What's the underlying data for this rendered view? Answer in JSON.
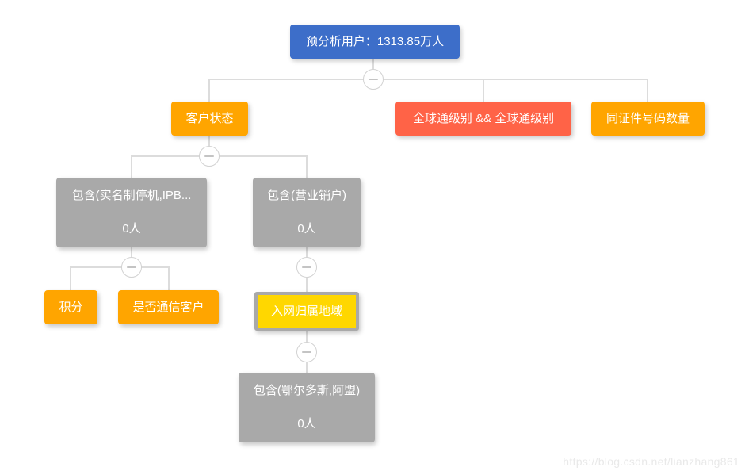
{
  "colors": {
    "node-blue": "#3D6EC9",
    "node-orange": "#FFA500",
    "node-red": "#FF6347",
    "node-gray": "#A9A9A9",
    "node-gold": "#FFD700",
    "connector": "#DCDCDC",
    "text": "#FFFFFF",
    "watermark": "#E9E9E9"
  },
  "icons": {
    "collapse_toggle": "minus-icon"
  },
  "tree": {
    "root": {
      "label": "预分析用户：1313.85万人"
    },
    "level1": [
      {
        "label": "客户状态"
      },
      {
        "label": "全球通级别 && 全球通级别"
      },
      {
        "label": "同证件号码数量"
      }
    ],
    "level2": [
      {
        "label": "包含(实名制停机,IPB...",
        "count": "0人"
      },
      {
        "label": "包含(营业销户)",
        "count": "0人"
      }
    ],
    "level3": [
      {
        "label": "积分"
      },
      {
        "label": "是否通信客户"
      },
      {
        "label": "入网归属地域"
      }
    ],
    "level4": [
      {
        "label": "包含(鄂尔多斯,阿盟)",
        "count": "0人"
      }
    ]
  },
  "watermark": "https://blog.csdn.net/lianzhang861"
}
